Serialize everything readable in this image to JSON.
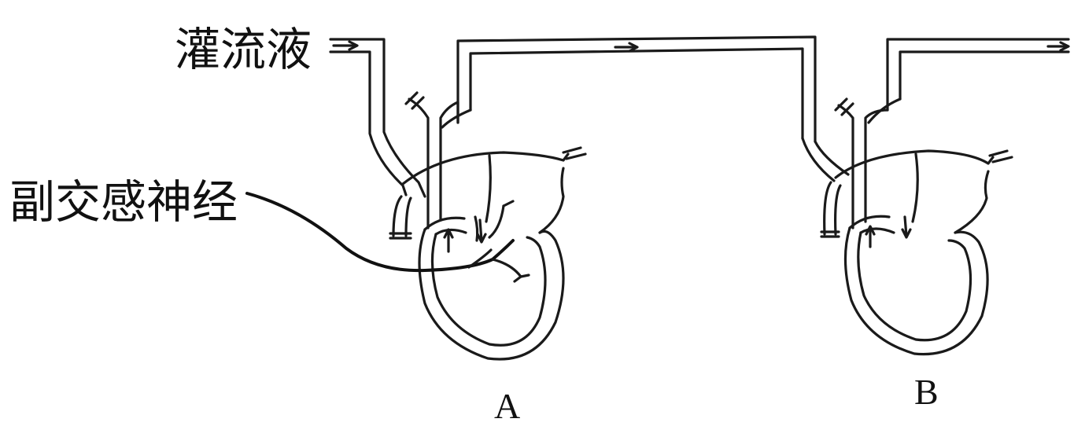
{
  "labels": {
    "perfusate": "灌流液",
    "parasympathetic_nerve": "副交感神经",
    "heart_a": "A",
    "heart_b": "B"
  },
  "colors": {
    "line": "#1a1a1a",
    "background": "#ffffff"
  }
}
